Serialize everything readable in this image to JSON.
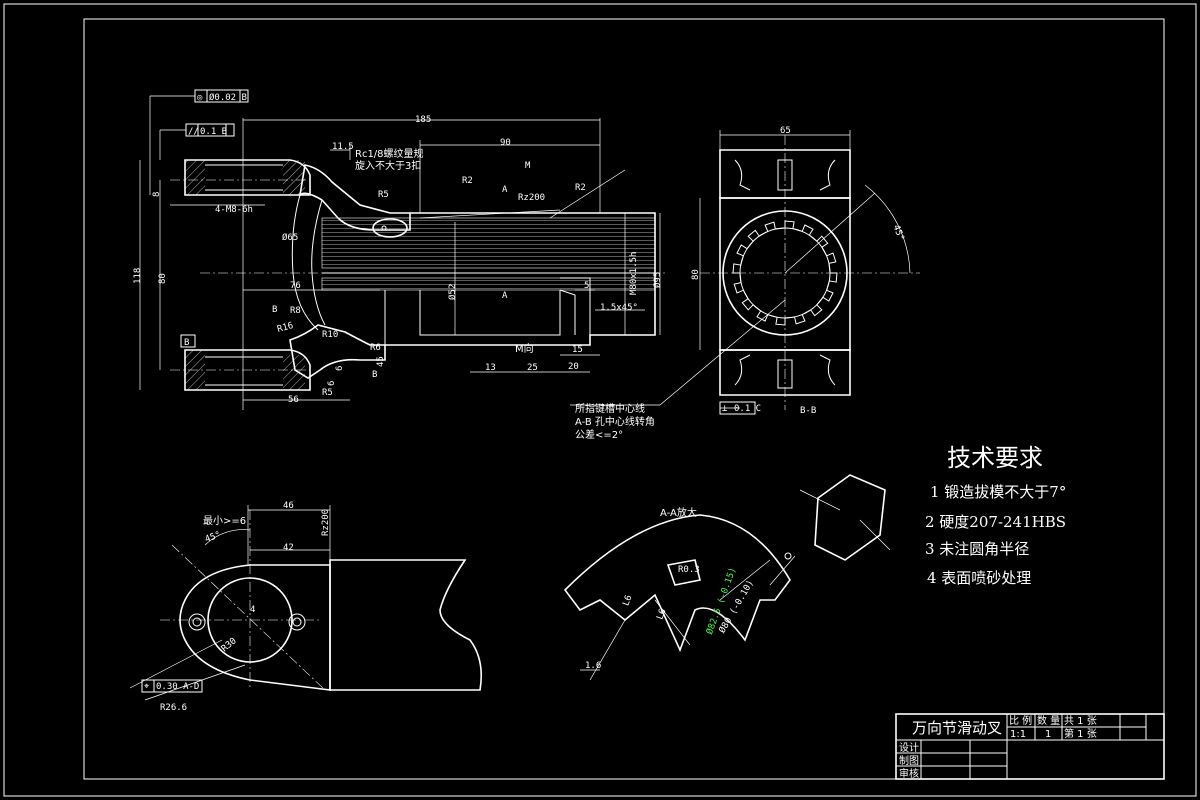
{
  "drawing": {
    "tolerance_concentricity": "Ø0.02 B",
    "tolerance_symbol_concentricity": "◎",
    "tolerance_parallel": "0.1 B",
    "tolerance_symbol_parallel": "//",
    "tolerance_perp": "0.1 C",
    "tolerance_symbol_perp": "⊥",
    "tolerance_pos": "0.30 A-D",
    "tolerance_symbol_pos": "⌖",
    "datum_b": "B",
    "datum_c": "C",
    "main_view": {
      "dims": [
        "185",
        "90",
        "11.5",
        "R2",
        "R2",
        "Rz200",
        "R5",
        "Ø65",
        "80",
        "118",
        "76",
        "Ø52",
        "M80x1.5h",
        "Ø95",
        "5",
        "1.5x45°",
        "15",
        "20",
        "13",
        "25",
        "56",
        "R8",
        "R16",
        "R10",
        "R6",
        "R5",
        "6",
        "45",
        "8",
        "4-M8-6h",
        "6"
      ],
      "thread_note_1": "Rc1/8螺纹量规",
      "thread_note_2": "旋入不大于3扣",
      "section_a_top": "A",
      "section_a_bot": "A",
      "label_m": "M",
      "label_m_dir": "M向",
      "label_b1": "B",
      "label_b2": "B",
      "spline_note_1": "所指键槽中心线",
      "spline_note_2": "A-B 孔中心线转角",
      "spline_note_3": "公差<=2°"
    },
    "side_view": {
      "dims": [
        "65",
        "80",
        "45°"
      ],
      "label": "B-B"
    },
    "detail_view": {
      "dims": [
        "46",
        "42",
        "Rz200",
        "45°",
        "最小>=6",
        "4",
        "R30",
        "R26.6"
      ]
    },
    "section_view": {
      "title": "A-A放大",
      "dims": [
        "R0.3",
        "L6",
        "L6",
        "1.6"
      ],
      "green_1": "Ø82.5 (-0.15)",
      "green_2": "Ø80 (-0.10)"
    },
    "tech_req": {
      "heading": "技术要求",
      "items": [
        "1  锻造拔模不大于7°",
        "2  硬度207-241HBS",
        "3  未注圆角半径",
        "4  表面喷砂处理"
      ]
    },
    "title_block": {
      "part_name": "万向节滑动叉",
      "scale_label": "比 例",
      "scale_value": "1:1",
      "qty_label": "数 量",
      "qty_value": "1",
      "sheet_total": "共  1  张",
      "sheet_num": "第  1  张",
      "row_design": "设计",
      "row_draw": "制图",
      "row_check": "审核"
    }
  }
}
